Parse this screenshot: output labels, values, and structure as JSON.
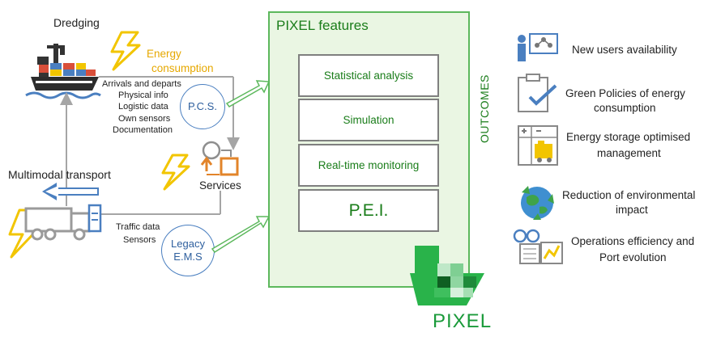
{
  "left": {
    "dredging_label": "Dredging",
    "energy_label_line1": "Energy",
    "energy_label_line2": "consumption",
    "ship_data": [
      "Arrivals and departs",
      "Physical info",
      "Logistic data",
      "Own sensors",
      "Documentation"
    ],
    "pcs_label": "P.C.S.",
    "services_label": "Services",
    "multimodal_label": "Multimodal transport",
    "traffic_data": [
      "Traffic data",
      "Sensors"
    ],
    "legacy_line1": "Legacy",
    "legacy_line2": "E.M.S"
  },
  "features": {
    "title": "PIXEL features",
    "items": [
      "Statistical analysis",
      "Simulation",
      "Real-time monitoring",
      "P.E.I."
    ],
    "logo_text": "PIXEL"
  },
  "outcomes": {
    "vertical_label": "OUTCOMES",
    "items": [
      {
        "icon": "users-presentation-icon",
        "line1": "New users availability",
        "line2": ""
      },
      {
        "icon": "green-policy-checkbox-icon",
        "line1": "Green Policies of energy",
        "line2": "consumption"
      },
      {
        "icon": "energy-storage-warehouse-icon",
        "line1": "Energy storage optimised",
        "line2": "management"
      },
      {
        "icon": "recycle-globe-icon",
        "line1": "Reduction of environmental",
        "line2": "impact"
      },
      {
        "icon": "efficiency-glasses-chart-icon",
        "line1": "Operations efficiency and",
        "line2": "Port evolution"
      }
    ]
  },
  "colors": {
    "green": "#1a7d1a",
    "panel_border": "#5cb85c",
    "panel_fill": "#eaf6e3",
    "blue": "#4a7fc0",
    "lightning": "#f2c500",
    "orange": "#e2842a"
  }
}
